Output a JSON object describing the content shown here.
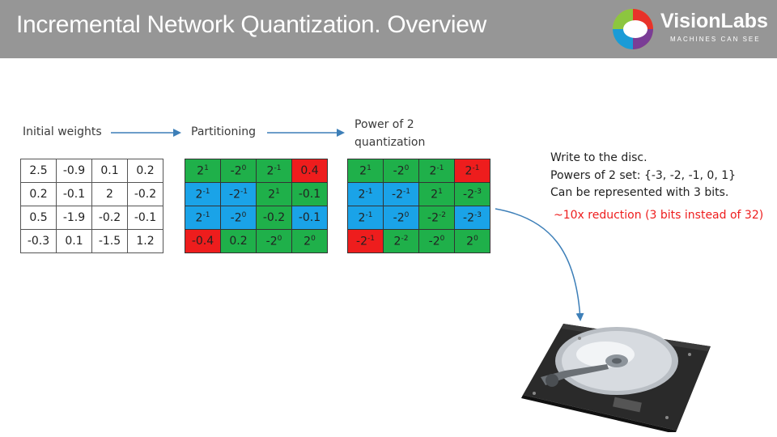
{
  "header": {
    "title": "Incremental Network Quantization. Overview",
    "logo_brand": "VisionLabs",
    "logo_tagline": "MACHINES CAN SEE"
  },
  "labels": {
    "initial": "Initial weights",
    "partitioning": "Partitioning",
    "power_quant": "Power of 2 quantization"
  },
  "initial_weights": [
    [
      "2.5",
      "-0.9",
      "0.1",
      "0.2"
    ],
    [
      "0.2",
      "-0.1",
      "2",
      "-0.2"
    ],
    [
      "0.5",
      "-1.9",
      "-0.2",
      "-0.1"
    ],
    [
      "-0.3",
      "0.1",
      "-1.5",
      "1.2"
    ]
  ],
  "partitioning": [
    [
      {
        "b": "2",
        "e": "1",
        "c": "green"
      },
      {
        "b": "-2",
        "e": "0",
        "c": "green"
      },
      {
        "b": "2",
        "e": "-1",
        "c": "green"
      },
      {
        "b": "0.4",
        "e": "",
        "c": "red"
      }
    ],
    [
      {
        "b": "2",
        "e": "-1",
        "c": "blue"
      },
      {
        "b": "-2",
        "e": "-1",
        "c": "blue"
      },
      {
        "b": "2",
        "e": "1",
        "c": "green"
      },
      {
        "b": "-0.1",
        "e": "",
        "c": "green"
      }
    ],
    [
      {
        "b": "2",
        "e": "-1",
        "c": "blue"
      },
      {
        "b": "-2",
        "e": "0",
        "c": "blue"
      },
      {
        "b": "-0.2",
        "e": "",
        "c": "green"
      },
      {
        "b": "-0.1",
        "e": "",
        "c": "blue"
      }
    ],
    [
      {
        "b": "-0.4",
        "e": "",
        "c": "red"
      },
      {
        "b": "0.2",
        "e": "",
        "c": "green"
      },
      {
        "b": "-2",
        "e": "0",
        "c": "green"
      },
      {
        "b": "2",
        "e": "0",
        "c": "green"
      }
    ]
  ],
  "quantized": [
    [
      {
        "b": "2",
        "e": "1",
        "c": "green"
      },
      {
        "b": "-2",
        "e": "0",
        "c": "green"
      },
      {
        "b": "2",
        "e": "-1",
        "c": "green"
      },
      {
        "b": "2",
        "e": "-1",
        "c": "red"
      }
    ],
    [
      {
        "b": "2",
        "e": "-1",
        "c": "blue"
      },
      {
        "b": "-2",
        "e": "-1",
        "c": "blue"
      },
      {
        "b": "2",
        "e": "1",
        "c": "green"
      },
      {
        "b": "-2",
        "e": "-3",
        "c": "green"
      }
    ],
    [
      {
        "b": "2",
        "e": "-1",
        "c": "blue"
      },
      {
        "b": "-2",
        "e": "0",
        "c": "blue"
      },
      {
        "b": "-2",
        "e": "-2",
        "c": "green"
      },
      {
        "b": "-2",
        "e": "-3",
        "c": "blue"
      }
    ],
    [
      {
        "b": "-2",
        "e": "-1",
        "c": "red"
      },
      {
        "b": "2",
        "e": "-2",
        "c": "green"
      },
      {
        "b": "-2",
        "e": "0",
        "c": "green"
      },
      {
        "b": "2",
        "e": "0",
        "c": "green"
      }
    ]
  ],
  "notes": {
    "line1": "Write to the disc.",
    "line2": "Powers of 2 set: {-3, -2, -1, 0, 1}",
    "line3": "Can be represented with 3 bits.",
    "reduction": "~10x reduction (3 bits instead of 32)"
  },
  "colors": {
    "header_bg": "#969696",
    "green": "#1fb04a",
    "blue": "#1aa3e8",
    "red": "#ee1d1d",
    "arrow": "#3d7fb8"
  }
}
